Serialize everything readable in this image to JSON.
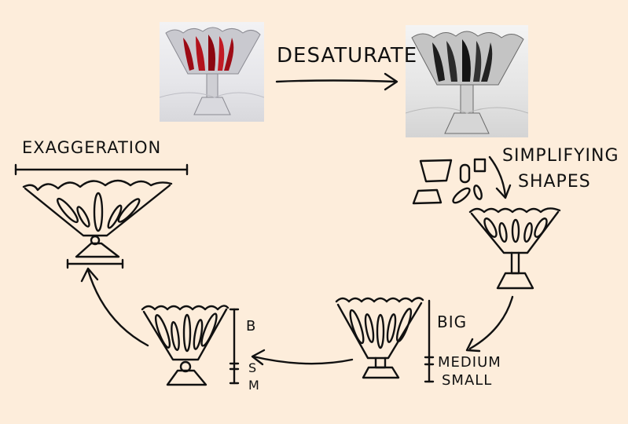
{
  "steps": {
    "desaturate": "DESATURATE",
    "simplifying_1": "SIMPLIFYING",
    "simplifying_2": "SHAPES",
    "big": "BIG",
    "medium": "MEDIUM",
    "small": "SMALL",
    "b": "B",
    "s": "S",
    "m": "M",
    "exaggeration": "EXAGGERATION"
  },
  "photos": {
    "color_photo_tint": "#b0121c",
    "desaturated_photo_tint": "#2a2a2a"
  },
  "colors": {
    "background": "#fdeddb",
    "ink": "#111111"
  }
}
